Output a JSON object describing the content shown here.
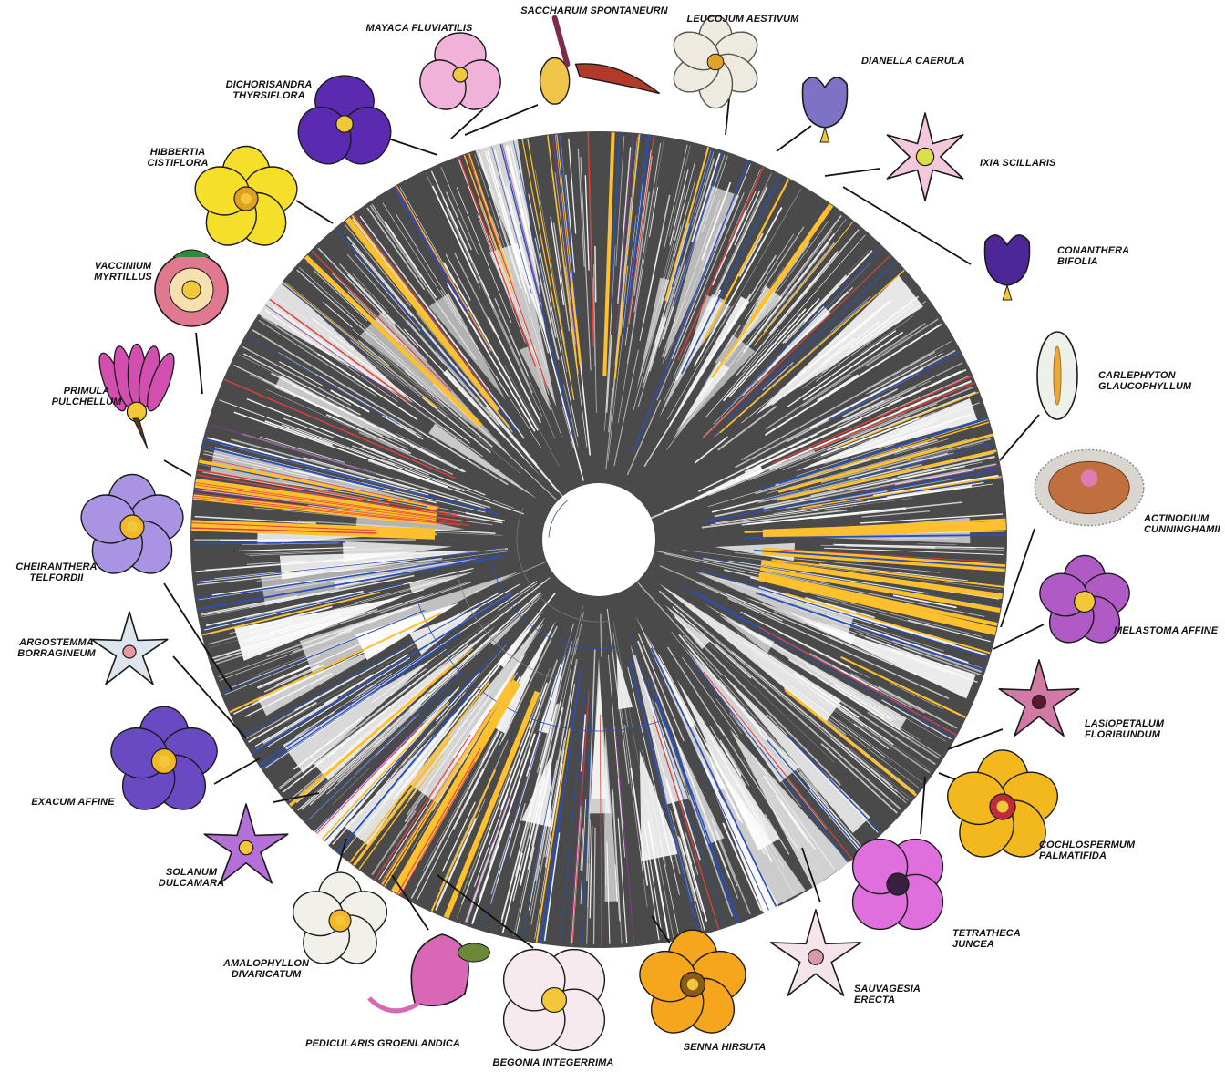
{
  "figure": {
    "colors": {
      "background": "#ffffff",
      "tree_dark": "#4a4a4a",
      "branch_white": "#ffffff",
      "highlight_yellow": "#ffc02e",
      "highlight_blue": "#2b4fb3",
      "highlight_red": "#e0403a",
      "highlight_purple": "#8c3a9e",
      "leader_line": "#111111"
    },
    "species": [
      {
        "id": "saccharum",
        "name": "SACCHARUM SPONTANEURN",
        "flower": "grass-spike",
        "petal": "#f0c64a",
        "center": "#7a2a4a"
      },
      {
        "id": "leucojum",
        "name": "LEUCOJUM AESTIVUM",
        "flower": "bell",
        "petal": "#eeeadf",
        "center": "#e2a428"
      },
      {
        "id": "dianella",
        "name": "DIANELLA CAERULA",
        "flower": "tulip",
        "petal": "#7d72c4",
        "center": "#f2c83a"
      },
      {
        "id": "ixia",
        "name": "IXIA SCILLARIS",
        "flower": "star6",
        "petal": "#f3c7dc",
        "center": "#d8e04a"
      },
      {
        "id": "conanthera",
        "name": "CONANTHERA BIFOLIA",
        "flower": "tulip",
        "petal": "#4d2796",
        "center": "#f2c83a"
      },
      {
        "id": "carlephyton",
        "name": "CARLEPHYTON GLAUCOPHYLLUM",
        "flower": "spathe",
        "petal": "#eef0ea",
        "center": "#e8a83a"
      },
      {
        "id": "actinodium",
        "name": "ACTINODIUM CUNNINGHAMII",
        "flower": "disc",
        "petal": "#d9d6cf",
        "center": "#c0703f"
      },
      {
        "id": "melastoma",
        "name": "MELASTOMA AFFINE",
        "flower": "round5",
        "petal": "#b05ac6",
        "center": "#f2c83a"
      },
      {
        "id": "lasiopetalum",
        "name": "LASIOPETALUM FLORIBUNDUM",
        "flower": "star5",
        "petal": "#d27aa6",
        "center": "#5a1a2a"
      },
      {
        "id": "cochlospermum",
        "name": "COCHLOSPERMUM PALMATIFIDA",
        "flower": "round5",
        "petal": "#f2b81e",
        "center": "#c22a3a"
      },
      {
        "id": "tetratheca",
        "name": "TETRATHECA JUNCEA",
        "flower": "round4",
        "petal": "#df6fdc",
        "center": "#3a2040"
      },
      {
        "id": "sauvagesia",
        "name": "SAUVAGESIA ERECTA",
        "flower": "star5",
        "petal": "#f5e4ea",
        "center": "#d99aa8"
      },
      {
        "id": "senna",
        "name": "SENNA HIRSUTA",
        "flower": "round5",
        "petal": "#f6a61c",
        "center": "#8a5a1a"
      },
      {
        "id": "begonia",
        "name": "BEGONIA INTEGERRIMA",
        "flower": "round4",
        "petal": "#f6eaee",
        "center": "#f2c83a"
      },
      {
        "id": "pedicularis",
        "name": "PEDICULARIS GROENLANDICA",
        "flower": "hood",
        "petal": "#d868b6",
        "center": "#6a8a3a"
      },
      {
        "id": "amalophyllon",
        "name": "AMALOPHYLLON DIVARICATUM",
        "flower": "round5",
        "petal": "#f1f1ea",
        "center": "#f2b82a"
      },
      {
        "id": "solanum",
        "name": "SOLANUM DULCAMARA",
        "flower": "star5",
        "petal": "#b470d6",
        "center": "#f2c83a"
      },
      {
        "id": "exacum",
        "name": "EXACUM AFFINE",
        "flower": "round5",
        "petal": "#6a4ac2",
        "center": "#f2b82a"
      },
      {
        "id": "argostemma",
        "name": "ARGOSTEMMA BORRAGINEUM",
        "flower": "star5",
        "petal": "#dde6ee",
        "center": "#e89aa0"
      },
      {
        "id": "cheiranthera",
        "name": "CHEIRANTHERA TELFORDII",
        "flower": "round5",
        "petal": "#a894e2",
        "center": "#f2b82a"
      },
      {
        "id": "primula",
        "name": "PRIMULA PULCHELLUM",
        "flower": "shooting-star",
        "petal": "#d24fb0",
        "center": "#f2c83a"
      },
      {
        "id": "vaccinium",
        "name": "VACCINIUM MYRTILLUS",
        "flower": "urn",
        "petal": "#e07890",
        "center": "#f2c83a"
      },
      {
        "id": "hibbertia",
        "name": "HIBBERTIA CISTIFLORA",
        "flower": "round5",
        "petal": "#f5df28",
        "center": "#e0a020"
      },
      {
        "id": "dichorisandra",
        "name": "DICHORISANDRA THYRSIFLORA",
        "flower": "round3",
        "petal": "#5a2ab0",
        "center": "#f2c83a"
      },
      {
        "id": "mayaca",
        "name": "MAYACA FLUVIATILIS",
        "flower": "round3",
        "petal": "#f0b2d8",
        "center": "#f2c83a"
      }
    ]
  }
}
